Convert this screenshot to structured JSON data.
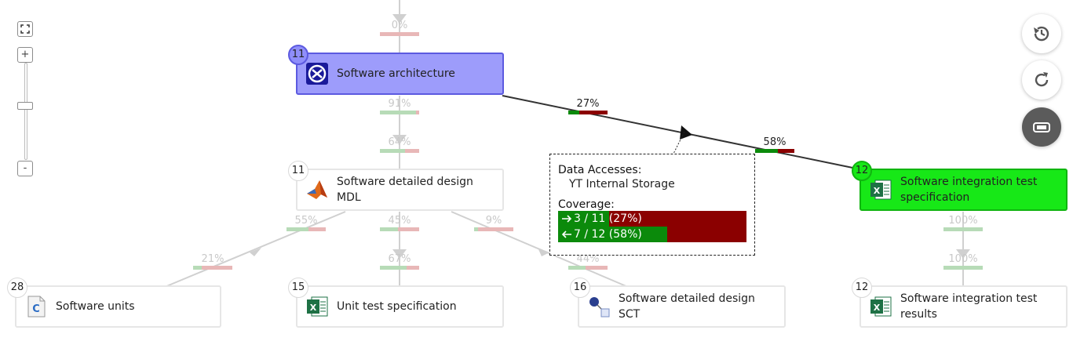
{
  "nodes": {
    "arch": {
      "count": "11",
      "label": "Software architecture"
    },
    "mdl": {
      "count": "11",
      "label": "Software detailed design MDL"
    },
    "units": {
      "count": "28",
      "label": "Software units"
    },
    "utest": {
      "count": "15",
      "label": "Unit test specification"
    },
    "sct": {
      "count": "16",
      "label": "Software detailed design SCT"
    },
    "itspec": {
      "count": "12",
      "label": "Software integration test specification"
    },
    "itres": {
      "count": "12",
      "label": "Software integration test results"
    }
  },
  "edge_labels": {
    "top_in": {
      "text": "0%",
      "value": 0
    },
    "arch_out": {
      "text": "91%",
      "value": 0.91
    },
    "mdl_in": {
      "text": "64%",
      "value": 0.64
    },
    "arch_link_out": {
      "text": "27%",
      "value": 0.27
    },
    "arch_link_in": {
      "text": "58%",
      "value": 0.58
    },
    "mdl_units_out": {
      "text": "55%",
      "value": 0.55
    },
    "units_in": {
      "text": "21%",
      "value": 0.21
    },
    "mdl_utest_out": {
      "text": "45%",
      "value": 0.45
    },
    "utest_in": {
      "text": "67%",
      "value": 0.67
    },
    "mdl_sct_out": {
      "text": "9%",
      "value": 0.09
    },
    "sct_in": {
      "text": "44%",
      "value": 0.44
    },
    "itspec_out": {
      "text": "100%",
      "value": 1.0
    },
    "itres_in": {
      "text": "100%",
      "value": 1.0
    }
  },
  "tooltip": {
    "accesses_heading": "Data Accesses:",
    "accesses_value": "YT Internal Storage",
    "coverage_heading": "Coverage:",
    "forward": {
      "text": "3 / 11 (27%)",
      "value": 0.27
    },
    "backward": {
      "text": "7 / 12 (58%)",
      "value": 0.58
    }
  },
  "controls": {
    "zoom_in": "+",
    "zoom_out": "-",
    "zoom_level": 0.55,
    "history_icon": "history-icon",
    "refresh_icon": "refresh-icon",
    "toggle_icon": "toggle-icon",
    "fit_icon": "fit-screen-icon"
  },
  "colors": {
    "covered": "#0b8a0b",
    "uncovered": "#8b0000",
    "source_node": "#9d9cfb",
    "target_node": "#17e817"
  }
}
